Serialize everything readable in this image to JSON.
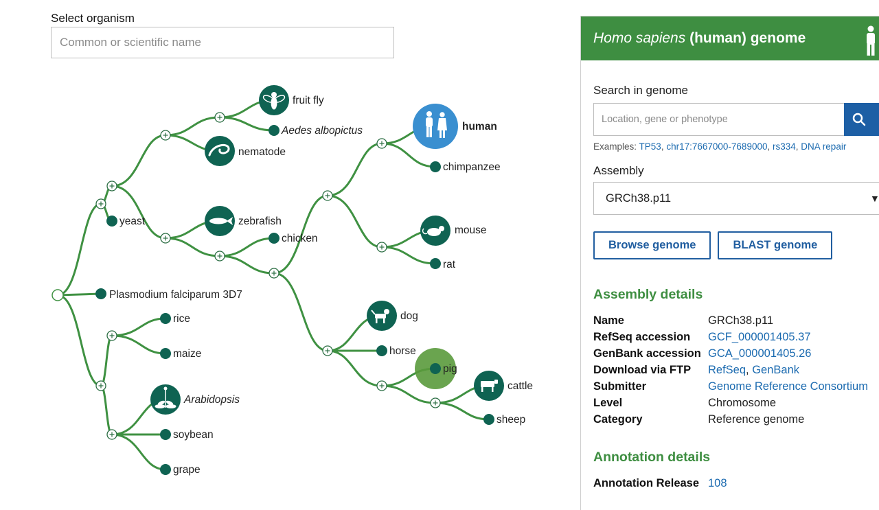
{
  "organism_selector": {
    "label": "Select organism",
    "placeholder": "Common or scientific name"
  },
  "tree": {
    "leaves": [
      {
        "id": "fruit-fly",
        "label": "fruit fly",
        "style": "normal",
        "icon": "fly-icon"
      },
      {
        "id": "aedes",
        "label": "Aedes albopictus",
        "style": "italic",
        "icon": null
      },
      {
        "id": "nematode",
        "label": "nematode",
        "style": "normal",
        "icon": "worm-icon"
      },
      {
        "id": "yeast",
        "label": "yeast",
        "style": "normal",
        "icon": null
      },
      {
        "id": "zebrafish",
        "label": "zebrafish",
        "style": "normal",
        "icon": "fish-icon"
      },
      {
        "id": "chicken",
        "label": "chicken",
        "style": "normal",
        "icon": null
      },
      {
        "id": "human",
        "label": "human",
        "style": "bold",
        "icon": "human-icon",
        "selected": true
      },
      {
        "id": "chimpanzee",
        "label": "chimpanzee",
        "style": "normal",
        "icon": null
      },
      {
        "id": "mouse",
        "label": "mouse",
        "style": "normal",
        "icon": "mouse-icon"
      },
      {
        "id": "rat",
        "label": "rat",
        "style": "normal",
        "icon": null
      },
      {
        "id": "plasmodium",
        "label": "Plasmodium falciparum 3D7",
        "style": "normal",
        "icon": null
      },
      {
        "id": "rice",
        "label": "rice",
        "style": "normal",
        "icon": null
      },
      {
        "id": "maize",
        "label": "maize",
        "style": "normal",
        "icon": null
      },
      {
        "id": "arabidopsis",
        "label": "Arabidopsis",
        "style": "italic",
        "icon": "plant-icon"
      },
      {
        "id": "soybean",
        "label": "soybean",
        "style": "normal",
        "icon": null
      },
      {
        "id": "grape",
        "label": "grape",
        "style": "normal",
        "icon": null
      },
      {
        "id": "dog",
        "label": "dog",
        "style": "normal",
        "icon": "dog-icon"
      },
      {
        "id": "horse",
        "label": "horse",
        "style": "normal",
        "icon": null
      },
      {
        "id": "pig",
        "label": "pig",
        "style": "normal",
        "icon": null,
        "hovered": true
      },
      {
        "id": "cattle",
        "label": "cattle",
        "style": "normal",
        "icon": "cow-icon"
      },
      {
        "id": "sheep",
        "label": "sheep",
        "style": "normal",
        "icon": null
      }
    ],
    "colors": {
      "branch": "#3f9142",
      "node": "#0f6352",
      "selected": "#3a8fd0",
      "hover": "#5a9a3c"
    }
  },
  "panel": {
    "title_scientific": "Homo sapiens",
    "title_common": "(human) genome",
    "header_color": "#3e8e41",
    "search": {
      "label": "Search in genome",
      "placeholder": "Location, gene or phenotype",
      "button_icon": "search-icon",
      "examples_prefix": "Examples:",
      "examples": [
        "TP53",
        "chr17:7667000-7689000",
        "rs334",
        "DNA repair"
      ]
    },
    "assembly": {
      "label": "Assembly",
      "selected": "GRCh38.p11"
    },
    "buttons": {
      "browse": "Browse genome",
      "blast": "BLAST genome"
    },
    "assembly_details": {
      "title": "Assembly details",
      "rows": [
        {
          "key": "Name",
          "value": "GRCh38.p11",
          "link": false
        },
        {
          "key": "RefSeq accession",
          "value": "GCF_000001405.37",
          "link": true
        },
        {
          "key": "GenBank accession",
          "value": "GCA_000001405.26",
          "link": true
        },
        {
          "key": "Download via FTP",
          "value": "RefSeq",
          "value2": "GenBank",
          "link": true
        },
        {
          "key": "Submitter",
          "value": "Genome Reference Consortium",
          "link": true
        },
        {
          "key": "Level",
          "value": "Chromosome",
          "link": false
        },
        {
          "key": "Category",
          "value": "Reference genome",
          "link": false
        }
      ]
    },
    "annotation_details": {
      "title": "Annotation details",
      "rows": [
        {
          "key": "Annotation Release",
          "value": "108",
          "link": true
        }
      ]
    }
  }
}
